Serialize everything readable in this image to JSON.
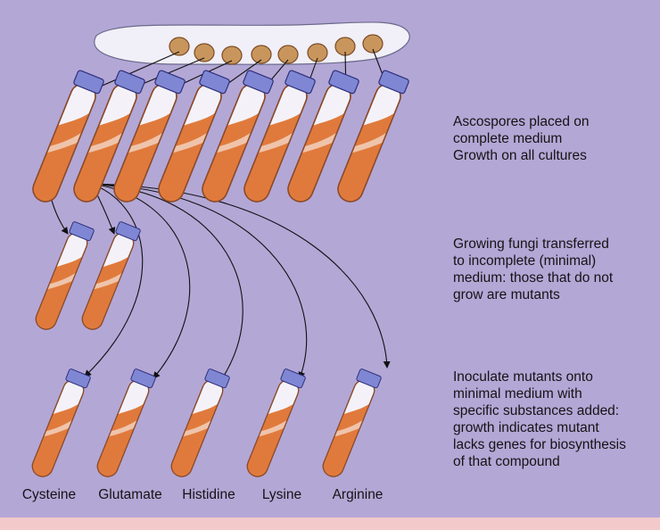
{
  "steps": [
    {
      "lines": [
        "Ascospores placed on",
        "complete medium",
        "Growth on all cultures"
      ]
    },
    {
      "lines": [
        "Growing fungi transferred",
        "to incomplete (minimal)",
        "medium: those that do not",
        "grow are mutants"
      ]
    },
    {
      "lines": [
        "Inoculate mutants onto",
        "minimal medium with",
        "specific substances added:",
        "growth indicates mutant",
        "lacks genes for biosynthesis",
        "of that compound"
      ]
    }
  ],
  "tube_labels": [
    "Cysteine",
    "Glutamate",
    "Histidine",
    "Lysine",
    "Arginine"
  ],
  "colors": {
    "background": "#b3a7d6",
    "medium": "#e07a3c",
    "medium_dark": "#c35a26",
    "cap": "#7f87d4",
    "spore": "#c8965d",
    "ascus": "#f1eff8"
  }
}
